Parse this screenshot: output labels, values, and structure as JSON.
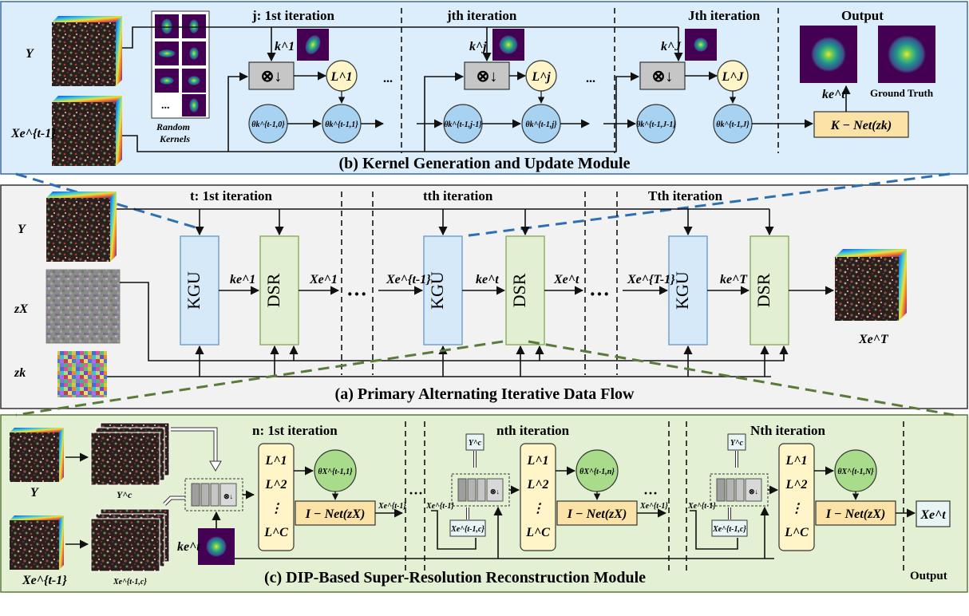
{
  "modules": {
    "b": {
      "caption": "(b) Kernel Generation and Update Module",
      "iter1": "j: 1st iteration",
      "iterj": "jth iteration",
      "iterJ": "Jth iteration",
      "output_title": "Output",
      "random_kernels": "Random Kernels",
      "ellipsis": "...",
      "y_label": "Y",
      "x_label": "Xe^{t-1}",
      "k1": "k^1",
      "kj": "k^j",
      "kJ": "k^J",
      "op": "⊗↓",
      "loss1": "L^1",
      "lossj": "L^j",
      "lossJ": "L^J",
      "theta_a": "θk^{t-1,0}",
      "theta_b": "θk^{t-1,1}",
      "theta_c": "θk^{t-1,j-1}",
      "theta_d": "θk^{t-1,j}",
      "theta_e": "θk^{t-1,J-1}",
      "theta_f": "θk^{t-1,J}",
      "knet": "K − Net(zk)",
      "ket": "ke^t",
      "ground_truth": "Ground  Truth"
    },
    "a": {
      "caption": "(a) Primary Alternating Iterative Data Flow",
      "iter1": "t: 1st iteration",
      "itert": "tth iteration",
      "iterT": "Tth iteration",
      "y_label": "Y",
      "zx_label": "zX",
      "zk_label": "zk",
      "kgu": "KGU",
      "dsr": "DSR",
      "ke1": "ke^1",
      "xe1": "Xe^1",
      "xet1": "Xe^{t-1}",
      "ket": "ke^t",
      "xet": "Xe^t",
      "xeT1": "Xe^{T-1}",
      "keT": "ke^T",
      "xeT": "Xe^T",
      "dots": "···"
    },
    "c": {
      "caption": "(c) DIP-Based Super-Resolution Reconstruction Module",
      "iter1": "n: 1st iteration",
      "itern": "nth iteration",
      "iterN": "Nth iteration",
      "y_label": "Y",
      "yc_label": "Y^c",
      "x_label": "Xe^{t-1}",
      "xc_label": "Xe^{t-1,c}",
      "ke_label": "ke^t",
      "losses": [
        "L^1",
        "L^2",
        "⋮",
        "L^C"
      ],
      "theta1": "θX^{t-1,1}",
      "thetan": "θX^{t-1,n}",
      "thetaN": "θX^{t-1,N}",
      "inet": "I − Net(zX)",
      "xout": "Xe^t",
      "output": "Output",
      "dots": "···"
    }
  },
  "colors": {
    "panel_b": "#dceefb",
    "panel_a": "#f2f2f2",
    "panel_c": "#e4f0d4",
    "kgu_fill": "#d6e9f8",
    "dsr_fill": "#e2efd3",
    "circle_fill": "#a8d2f2",
    "loss_fill": "#fff5c8",
    "inet_fill": "#fbe2a6",
    "op_fill": "#c6c6c6",
    "blue_dash": "#2e6fb2",
    "green_dash": "#5a7a3a"
  }
}
